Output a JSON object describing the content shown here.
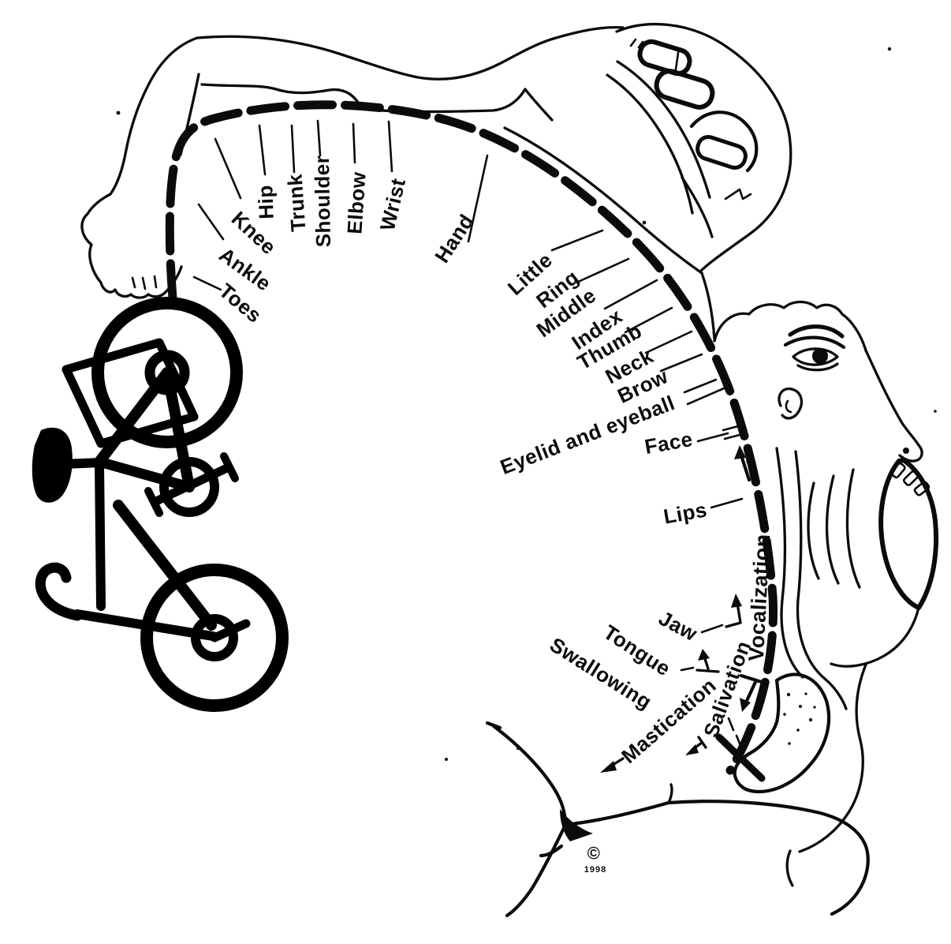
{
  "figure_kind": "motor-homunculus-cortex-diagram",
  "overlay_icon": "bicycle-icon",
  "labels": {
    "toes": "Toes",
    "ankle": "Ankle",
    "knee": "Knee",
    "hip": "Hip",
    "trunk": "Trunk",
    "shoulder": "Shoulder",
    "elbow": "Elbow",
    "wrist": "Wrist",
    "hand": "Hand",
    "little": "Little",
    "ring": "Ring",
    "middle": "Middle",
    "index": "Index",
    "thumb": "Thumb",
    "neck": "Neck",
    "brow": "Brow",
    "eyelid": "Eyelid and eyeball",
    "face": "Face",
    "lips": "Lips",
    "vocalization": "Vocalization",
    "jaw": "Jaw",
    "tongue": "Tongue",
    "swallowing": "Swallowing",
    "mastication": "Mastication",
    "salivation": "Salivation"
  },
  "copyright": {
    "symbol": "©",
    "year": "1998"
  },
  "colors": {
    "ink": "#0b0b0b",
    "background": "#ffffff"
  }
}
